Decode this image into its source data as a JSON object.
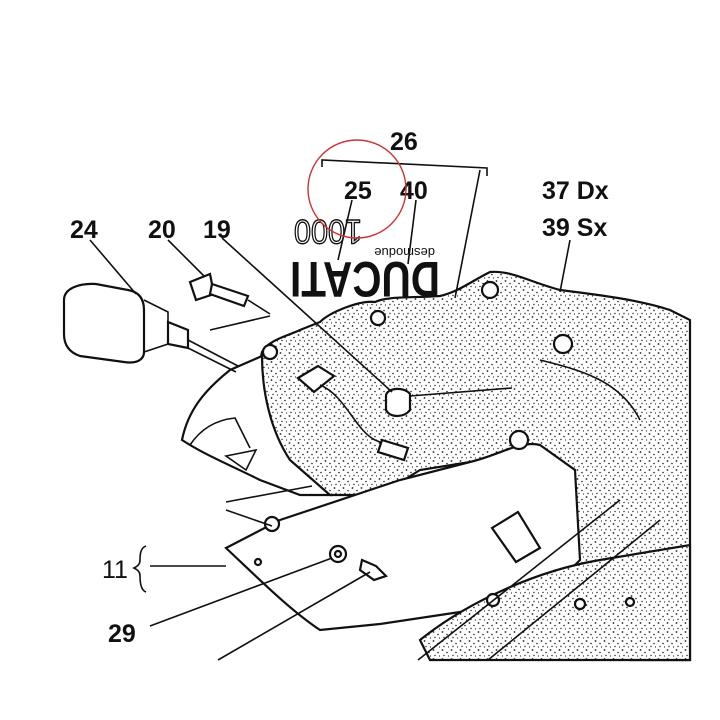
{
  "labels": {
    "p26": "26",
    "p25": "25",
    "p40": "40",
    "p37": "37 Dx",
    "p39": "39 Sx",
    "p24": "24",
    "p20": "20",
    "p19": "19",
    "p11": "11",
    "p29": "29"
  },
  "logo": {
    "brand": "DUCATI",
    "sub": "desmodue",
    "number": "1000"
  },
  "colors": {
    "line": "#111111",
    "highlight_circle": "#cc3333"
  }
}
